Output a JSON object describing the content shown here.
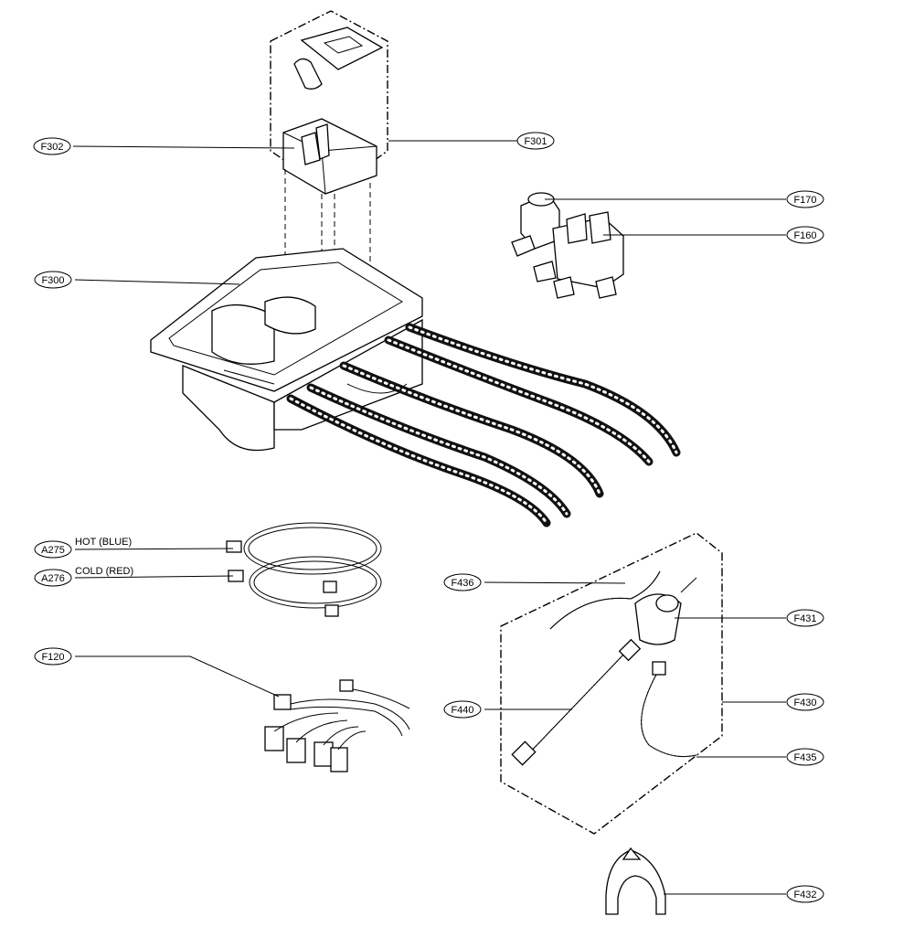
{
  "callouts": {
    "f302": "F302",
    "f301": "F301",
    "f170": "F170",
    "f160": "F160",
    "f300": "F300",
    "a275": "A275",
    "a276": "A276",
    "f120": "F120",
    "f436": "F436",
    "f431": "F431",
    "f440": "F440",
    "f430": "F430",
    "f435": "F435",
    "f432": "F432"
  },
  "notes": {
    "hot": "HOT (BLUE)",
    "cold": "COLD (RED)"
  }
}
